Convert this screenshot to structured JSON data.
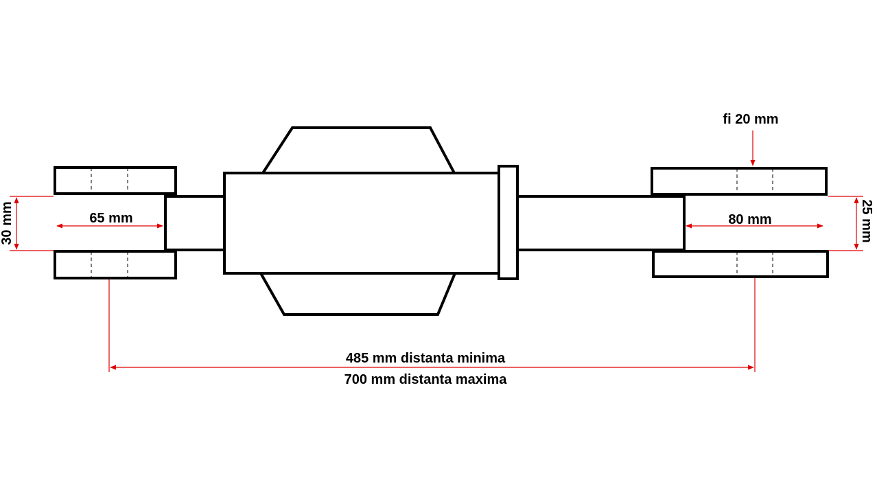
{
  "colors": {
    "outline": "#000000",
    "dimension": "#e00000",
    "background": "#ffffff"
  },
  "labels": {
    "left_gap": "30 mm",
    "left_length": "65 mm",
    "right_hole": "fi 20 mm",
    "right_length": "80 mm",
    "right_gap": "25 mm",
    "distance_min": "485 mm distanta minima",
    "distance_max": "700 mm distanta maxima"
  }
}
